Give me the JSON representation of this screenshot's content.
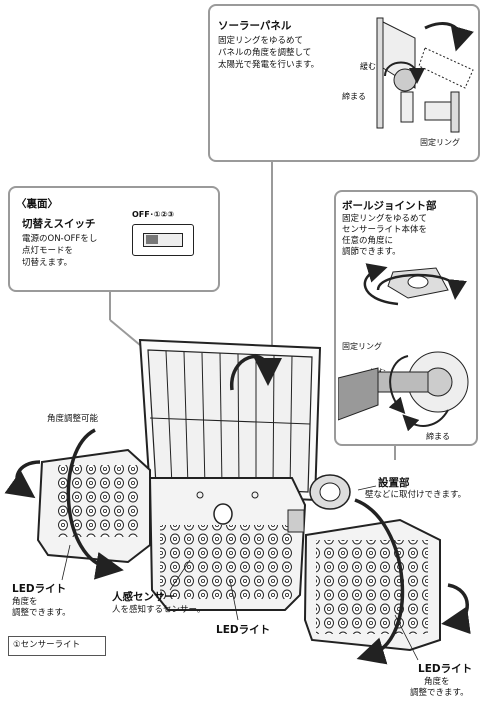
{
  "solar_callout": {
    "title": "ソーラーパネル",
    "desc": [
      "固定リングをゆるめて",
      "パネルの角度を調整して",
      "太陽光で発電を行います。"
    ],
    "loosen": "緩む",
    "tighten": "締まる",
    "ring": "固定リング"
  },
  "back_callout": {
    "heading": "〈裏面〉",
    "title": "切替えスイッチ",
    "desc": [
      "電源のON-OFFをし",
      "点灯モードを",
      "切替えます。"
    ],
    "switch_label": "OFF･①②③"
  },
  "ball_callout": {
    "title": "ボールジョイント部",
    "desc": [
      "固定リングをゆるめて",
      "センサーライト本体を",
      "任意の角度に",
      "調節できます。"
    ],
    "ring": "固定リング",
    "loosen": "緩む",
    "tighten": "締まる"
  },
  "labels": {
    "angle_adjustable": "角度調整可能",
    "mount_title": "設置部",
    "mount_desc": "壁などに取付けできます。",
    "led_left_title": "LEDライト",
    "led_left_desc": [
      "角度を",
      "調整できます。"
    ],
    "sensor_title": "人感センサー",
    "sensor_desc": "人を感知するセンサー。",
    "led_center": "LEDライト",
    "led_right_title": "LEDライト",
    "led_right_desc": [
      "角度を",
      "調整できます。"
    ]
  },
  "caption": "①センサーライト",
  "colors": {
    "border": "#9a9a9a",
    "line": "#222222",
    "light_fill": "#f3f3f3",
    "mid_fill": "#d8d8d8"
  }
}
